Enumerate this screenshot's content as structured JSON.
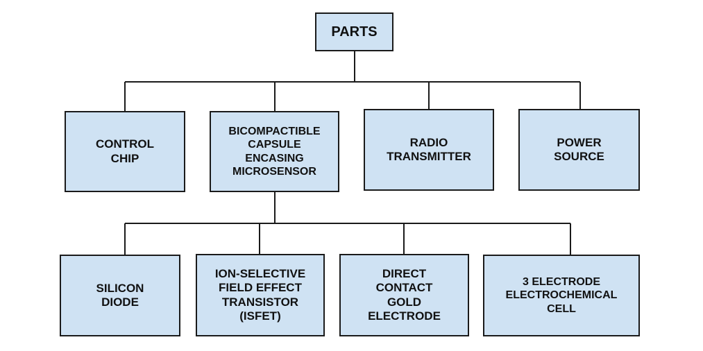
{
  "diagram": {
    "root": {
      "label": "PARTS"
    },
    "level1": [
      {
        "label": "CONTROL\nCHIP"
      },
      {
        "label": "BICOMPACTIBLE\nCAPSULE\nENCASING\nMICROSENSOR"
      },
      {
        "label": "RADIO\nTRANSMITTER"
      },
      {
        "label": "POWER\nSOURCE"
      }
    ],
    "level2": [
      {
        "label": "SILICON\nDIODE"
      },
      {
        "label": "ION-SELECTIVE\nFIELD EFFECT\nTRANSISTOR\n(ISFET)"
      },
      {
        "label": "DIRECT\nCONTACT\nGOLD\nELECTRODE"
      },
      {
        "label": "3 ELECTRODE\nELECTROCHEMICAL\nCELL"
      }
    ],
    "colors": {
      "box_fill": "#cfe2f3",
      "box_border": "#1a1a1a",
      "line": "#1a1a1a"
    }
  }
}
